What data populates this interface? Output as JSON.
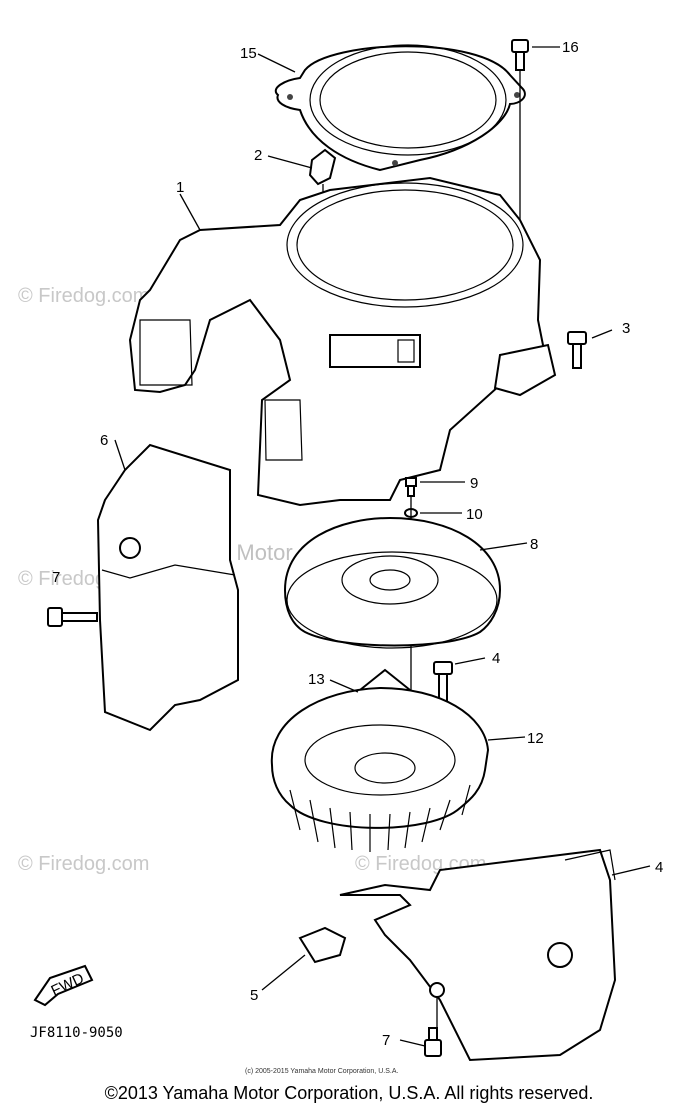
{
  "watermarks": {
    "firedog": "© Firedog.com",
    "yamaha": "Yamaha Motor Corp., U.S.A."
  },
  "callouts": {
    "c1": "1",
    "c2": "2",
    "c3": "3",
    "c4a": "4",
    "c4b": "4",
    "c5": "5",
    "c6": "6",
    "c7a": "7",
    "c7b": "7",
    "c8": "8",
    "c9": "9",
    "c10": "10",
    "c12": "12",
    "c13": "13",
    "c15": "15",
    "c16": "16"
  },
  "fwd_label": "FWD",
  "diagram_code": "JF8110-9050",
  "small_copyright": "(c) 2005-2015 Yamaha Motor Corporation, U.S.A.",
  "footer": "©2013 Yamaha Motor Corporation, U.S.A. All rights reserved."
}
